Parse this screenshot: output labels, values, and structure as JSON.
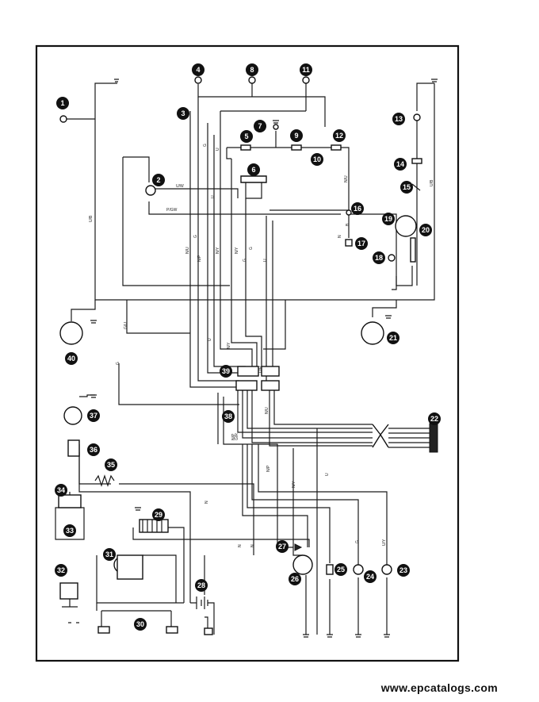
{
  "footer": {
    "website": "www.epcatalogs.com"
  },
  "components": [
    {
      "num": "1"
    },
    {
      "num": "2"
    },
    {
      "num": "3"
    },
    {
      "num": "4"
    },
    {
      "num": "5"
    },
    {
      "num": "6"
    },
    {
      "num": "7"
    },
    {
      "num": "8"
    },
    {
      "num": "9"
    },
    {
      "num": "10"
    },
    {
      "num": "11"
    },
    {
      "num": "12"
    },
    {
      "num": "13"
    },
    {
      "num": "14"
    },
    {
      "num": "15"
    },
    {
      "num": "16"
    },
    {
      "num": "17"
    },
    {
      "num": "18"
    },
    {
      "num": "19"
    },
    {
      "num": "20"
    },
    {
      "num": "21"
    },
    {
      "num": "22"
    },
    {
      "num": "23"
    },
    {
      "num": "24"
    },
    {
      "num": "25"
    },
    {
      "num": "26"
    },
    {
      "num": "27"
    },
    {
      "num": "28"
    },
    {
      "num": "29"
    },
    {
      "num": "30"
    },
    {
      "num": "31"
    },
    {
      "num": "32"
    },
    {
      "num": "33"
    },
    {
      "num": "34"
    },
    {
      "num": "35"
    },
    {
      "num": "36"
    },
    {
      "num": "37"
    },
    {
      "num": "38"
    },
    {
      "num": "39"
    },
    {
      "num": "40"
    }
  ],
  "wire_labels": [
    "U/B",
    "U/B",
    "U/W",
    "P/GW",
    "N/U",
    "G",
    "U",
    "U",
    "N/U",
    "N/P",
    "N/Y",
    "N/Y",
    "U",
    "N/Y",
    "U/R",
    "G/U",
    "G",
    "N",
    "N",
    "N",
    "N",
    "N/P",
    "G",
    "N/Y",
    "U",
    "N/P",
    "G",
    "U/Y",
    "N/U",
    "U",
    "B",
    "G",
    "G/R",
    "G"
  ]
}
